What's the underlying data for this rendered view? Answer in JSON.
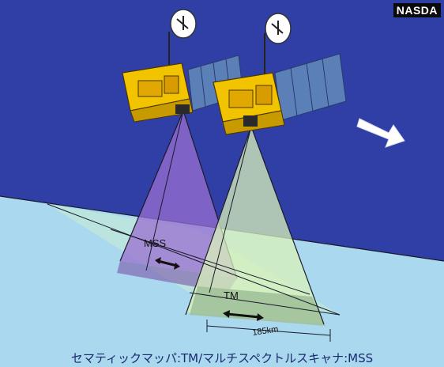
{
  "logo": "NASDA",
  "labels": {
    "mss": "MSS",
    "tm": "TM",
    "swath": "185km"
  },
  "caption": "セマティックマッパ:TM/マルチスペクトルスキャナ:MSS",
  "colors": {
    "space": "#2f3fa6",
    "earth": "#a8d6ee",
    "mss_cone": "#9a6fd0",
    "tm_cone": "#d6f0b8",
    "satellite_body": "#f2c400",
    "solar_panel": "#5b80b8"
  },
  "icons": [
    "satellite",
    "antenna-dish",
    "solar-panel",
    "direction-arrow",
    "double-arrow"
  ]
}
